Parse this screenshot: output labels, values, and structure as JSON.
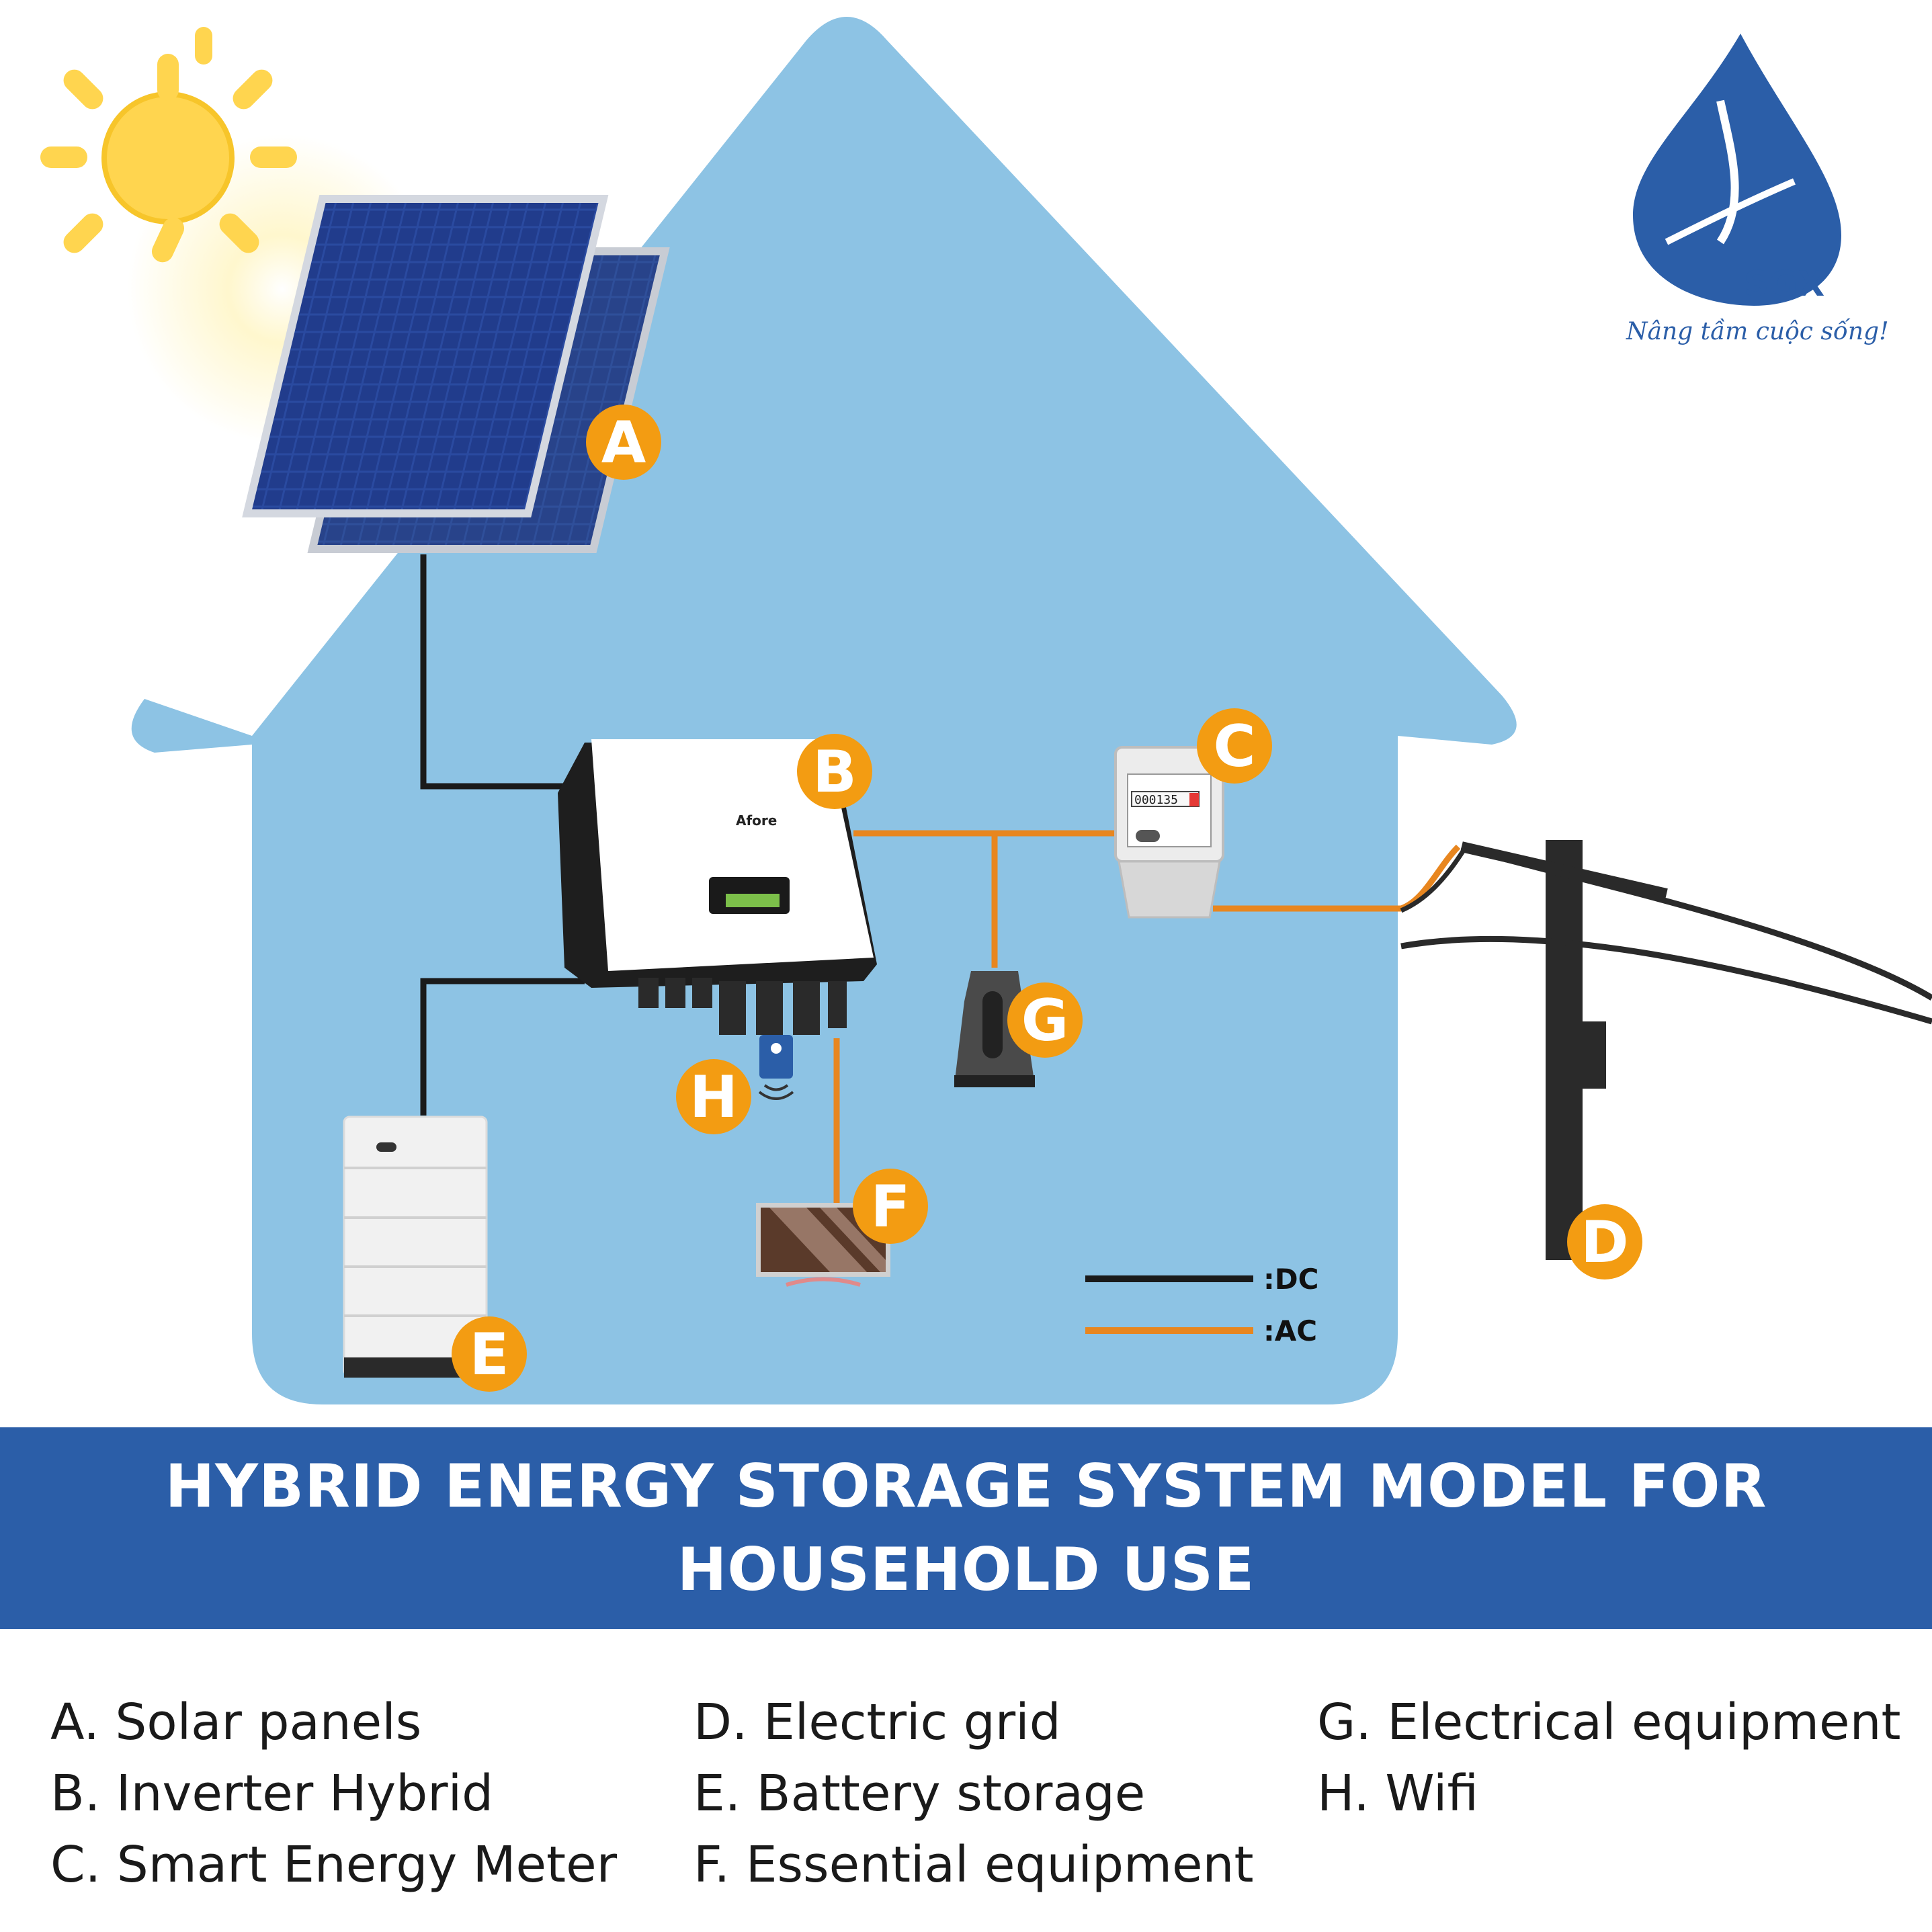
{
  "title": {
    "line1": "HYBRID ENERGY STORAGE SYSTEM MODEL FOR",
    "line2": "HOUSEHOLD USE"
  },
  "logo": {
    "brand": "SGX",
    "slogan": "Nâng tầm cuộc sống!"
  },
  "labels": {
    "a": "A",
    "b": "B",
    "c": "C",
    "d": "D",
    "e": "E",
    "f": "F",
    "g": "G",
    "h": "H"
  },
  "inverter_brand": "Afore",
  "meter_reading": "000135",
  "line_key": {
    "dc": ":DC",
    "ac": ":AC"
  },
  "legend": {
    "col1": [
      "A. Solar panels",
      "B. Inverter Hybrid",
      "C. Smart Energy Meter"
    ],
    "col2": [
      "D. Electric grid",
      "E. Battery storage",
      "F. Essential equipment"
    ],
    "col3": [
      "G. Electrical equipment",
      "H. Wifi"
    ]
  },
  "colors": {
    "house": "#8dc3e4",
    "banner": "#2b5ea8",
    "label_circle": "#f39c12",
    "dc_line": "#1a1a1a",
    "ac_line": "#e8861f",
    "sun": "#ffd54f",
    "panel": "#27408b"
  }
}
